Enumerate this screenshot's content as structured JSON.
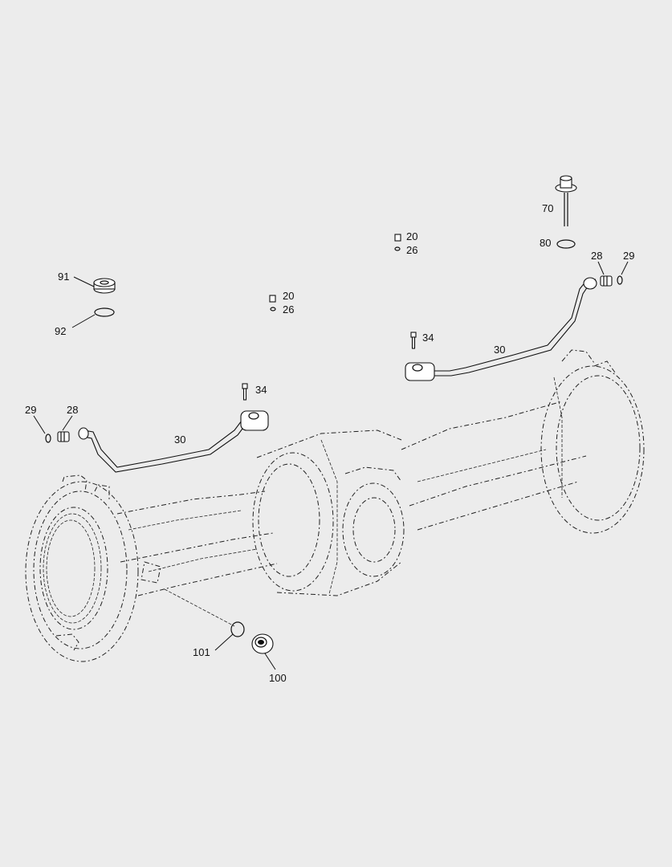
{
  "callouts": {
    "c20a": "20",
    "c26a": "26",
    "c20b": "20",
    "c26b": "26",
    "c70": "70",
    "c80": "80",
    "c28r": "28",
    "c29r": "29",
    "c34r": "34",
    "c30r": "30",
    "c91": "91",
    "c92": "92",
    "c34l": "34",
    "c29l": "29",
    "c28l": "28",
    "c30l": "30",
    "c101": "101",
    "c100": "100"
  }
}
